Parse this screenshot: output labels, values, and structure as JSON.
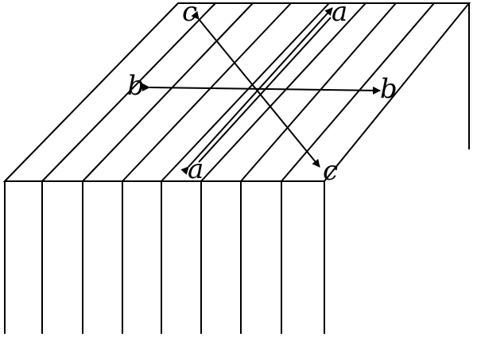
{
  "labels": {
    "a": "a",
    "b": "b",
    "c": "c"
  },
  "colors": {
    "ink": "#000000",
    "paper": "#ffffff"
  }
}
